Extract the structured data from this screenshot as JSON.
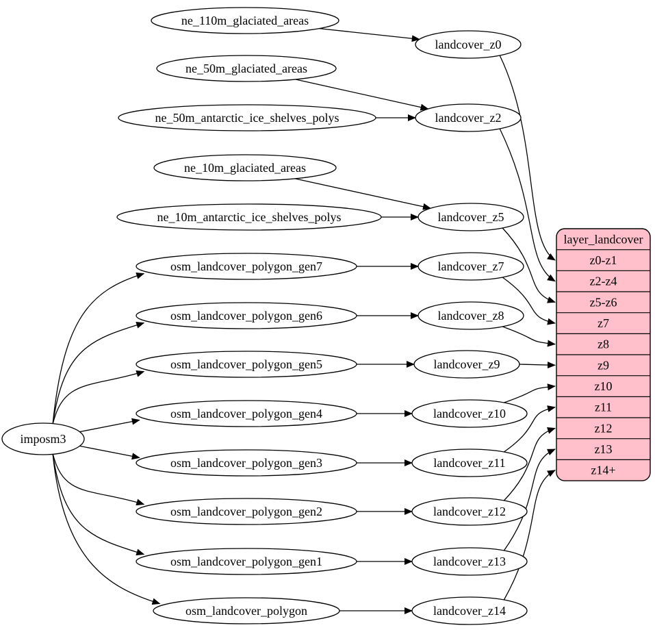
{
  "diagram": {
    "background": "#ffffff",
    "node_fill": "#ffffff",
    "node_stroke": "#000000",
    "edge_color": "#000000",
    "record": {
      "id": "layer_landcover",
      "title": "layer_landcover",
      "fill": "#ffc0cb",
      "stroke": "#000000",
      "rows": [
        "z0-z1",
        "z2-z4",
        "z5-z6",
        "z7",
        "z8",
        "z9",
        "z10",
        "z11",
        "z12",
        "z13",
        "z14+"
      ]
    },
    "nodes": [
      {
        "id": "imposm3",
        "label": "imposm3"
      },
      {
        "id": "ne_110m_glaciated_areas",
        "label": "ne_110m_glaciated_areas"
      },
      {
        "id": "ne_50m_glaciated_areas",
        "label": "ne_50m_glaciated_areas"
      },
      {
        "id": "ne_50m_antarctic_ice_shelves_polys",
        "label": "ne_50m_antarctic_ice_shelves_polys"
      },
      {
        "id": "ne_10m_glaciated_areas",
        "label": "ne_10m_glaciated_areas"
      },
      {
        "id": "ne_10m_antarctic_ice_shelves_polys",
        "label": "ne_10m_antarctic_ice_shelves_polys"
      },
      {
        "id": "osm_landcover_polygon_gen7",
        "label": "osm_landcover_polygon_gen7"
      },
      {
        "id": "osm_landcover_polygon_gen6",
        "label": "osm_landcover_polygon_gen6"
      },
      {
        "id": "osm_landcover_polygon_gen5",
        "label": "osm_landcover_polygon_gen5"
      },
      {
        "id": "osm_landcover_polygon_gen4",
        "label": "osm_landcover_polygon_gen4"
      },
      {
        "id": "osm_landcover_polygon_gen3",
        "label": "osm_landcover_polygon_gen3"
      },
      {
        "id": "osm_landcover_polygon_gen2",
        "label": "osm_landcover_polygon_gen2"
      },
      {
        "id": "osm_landcover_polygon_gen1",
        "label": "osm_landcover_polygon_gen1"
      },
      {
        "id": "osm_landcover_polygon",
        "label": "osm_landcover_polygon"
      },
      {
        "id": "landcover_z0",
        "label": "landcover_z0"
      },
      {
        "id": "landcover_z2",
        "label": "landcover_z2"
      },
      {
        "id": "landcover_z5",
        "label": "landcover_z5"
      },
      {
        "id": "landcover_z7",
        "label": "landcover_z7"
      },
      {
        "id": "landcover_z8",
        "label": "landcover_z8"
      },
      {
        "id": "landcover_z9",
        "label": "landcover_z9"
      },
      {
        "id": "landcover_z10",
        "label": "landcover_z10"
      },
      {
        "id": "landcover_z11",
        "label": "landcover_z11"
      },
      {
        "id": "landcover_z12",
        "label": "landcover_z12"
      },
      {
        "id": "landcover_z13",
        "label": "landcover_z13"
      },
      {
        "id": "landcover_z14",
        "label": "landcover_z14"
      }
    ],
    "edges": [
      {
        "from": "imposm3",
        "to": "osm_landcover_polygon_gen7"
      },
      {
        "from": "imposm3",
        "to": "osm_landcover_polygon_gen6"
      },
      {
        "from": "imposm3",
        "to": "osm_landcover_polygon_gen5"
      },
      {
        "from": "imposm3",
        "to": "osm_landcover_polygon_gen4"
      },
      {
        "from": "imposm3",
        "to": "osm_landcover_polygon_gen3"
      },
      {
        "from": "imposm3",
        "to": "osm_landcover_polygon_gen2"
      },
      {
        "from": "imposm3",
        "to": "osm_landcover_polygon_gen1"
      },
      {
        "from": "imposm3",
        "to": "osm_landcover_polygon"
      },
      {
        "from": "ne_110m_glaciated_areas",
        "to": "landcover_z0"
      },
      {
        "from": "ne_50m_glaciated_areas",
        "to": "landcover_z2"
      },
      {
        "from": "ne_50m_antarctic_ice_shelves_polys",
        "to": "landcover_z2"
      },
      {
        "from": "ne_10m_glaciated_areas",
        "to": "landcover_z5"
      },
      {
        "from": "ne_10m_antarctic_ice_shelves_polys",
        "to": "landcover_z5"
      },
      {
        "from": "osm_landcover_polygon_gen7",
        "to": "landcover_z7"
      },
      {
        "from": "osm_landcover_polygon_gen6",
        "to": "landcover_z8"
      },
      {
        "from": "osm_landcover_polygon_gen5",
        "to": "landcover_z9"
      },
      {
        "from": "osm_landcover_polygon_gen4",
        "to": "landcover_z10"
      },
      {
        "from": "osm_landcover_polygon_gen3",
        "to": "landcover_z11"
      },
      {
        "from": "osm_landcover_polygon_gen2",
        "to": "landcover_z12"
      },
      {
        "from": "osm_landcover_polygon_gen1",
        "to": "landcover_z13"
      },
      {
        "from": "osm_landcover_polygon",
        "to": "landcover_z14"
      },
      {
        "from": "landcover_z0",
        "to": "layer_landcover:z0-z1"
      },
      {
        "from": "landcover_z2",
        "to": "layer_landcover:z2-z4"
      },
      {
        "from": "landcover_z5",
        "to": "layer_landcover:z5-z6"
      },
      {
        "from": "landcover_z7",
        "to": "layer_landcover:z7"
      },
      {
        "from": "landcover_z8",
        "to": "layer_landcover:z8"
      },
      {
        "from": "landcover_z9",
        "to": "layer_landcover:z9"
      },
      {
        "from": "landcover_z10",
        "to": "layer_landcover:z10"
      },
      {
        "from": "landcover_z11",
        "to": "layer_landcover:z11"
      },
      {
        "from": "landcover_z12",
        "to": "layer_landcover:z12"
      },
      {
        "from": "landcover_z13",
        "to": "layer_landcover:z13"
      },
      {
        "from": "landcover_z14",
        "to": "layer_landcover:z14+"
      }
    ]
  }
}
